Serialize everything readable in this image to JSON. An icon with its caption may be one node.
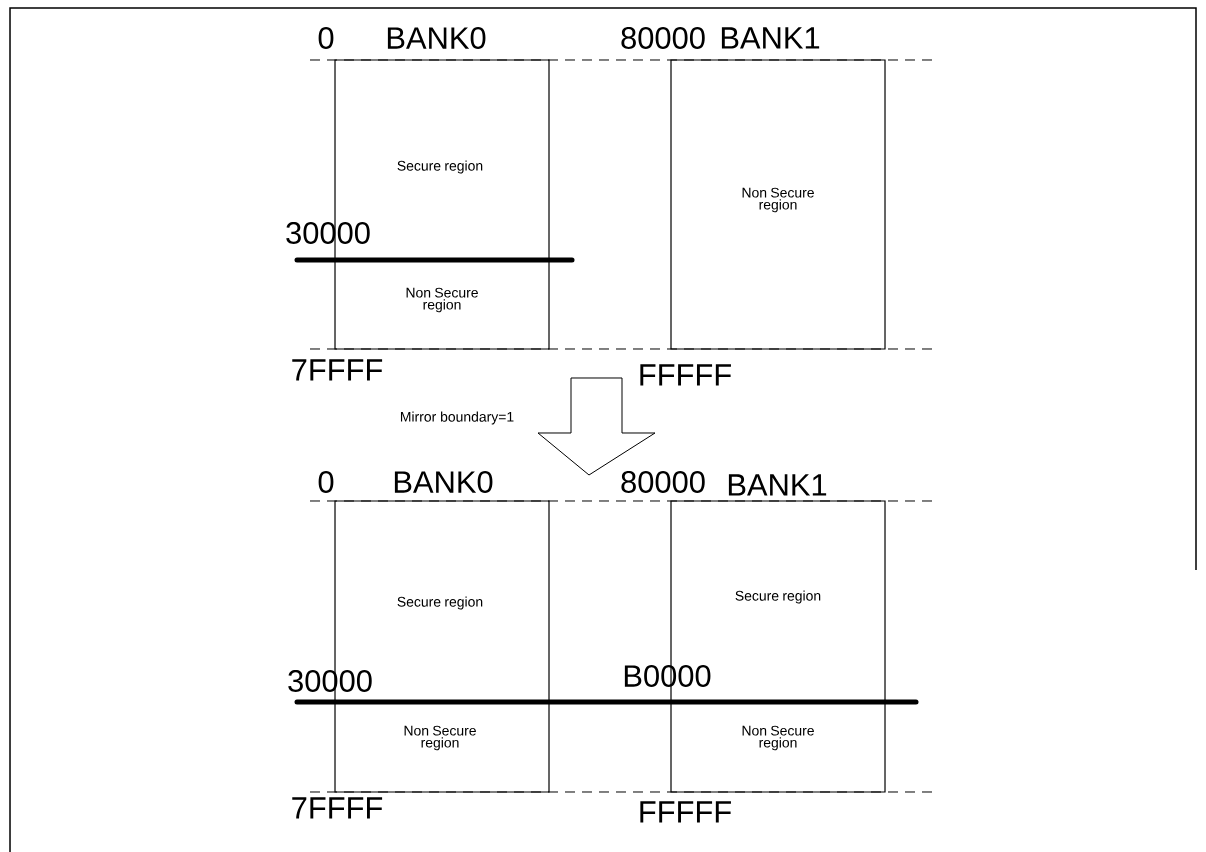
{
  "diagram": {
    "nodes": [
      {
        "text": [
          "BANK0",
          "Secure region",
          "Non Secure region"
        ]
      },
      {
        "text": [
          "BANK1",
          "Non Secure region"
        ]
      },
      {
        "text": [
          "BANK0",
          "Secure region",
          "Non Secure region"
        ]
      },
      {
        "text": [
          "BANK1",
          "Secure region",
          "Non Secure region"
        ]
      }
    ],
    "edges": [],
    "labels": [
      "0",
      "80000",
      "30000",
      "7FFFF",
      "FFFFF",
      "Mirror boundary=1",
      "0",
      "80000",
      "30000",
      "B0000",
      "7FFFF",
      "FFFFF"
    ]
  }
}
